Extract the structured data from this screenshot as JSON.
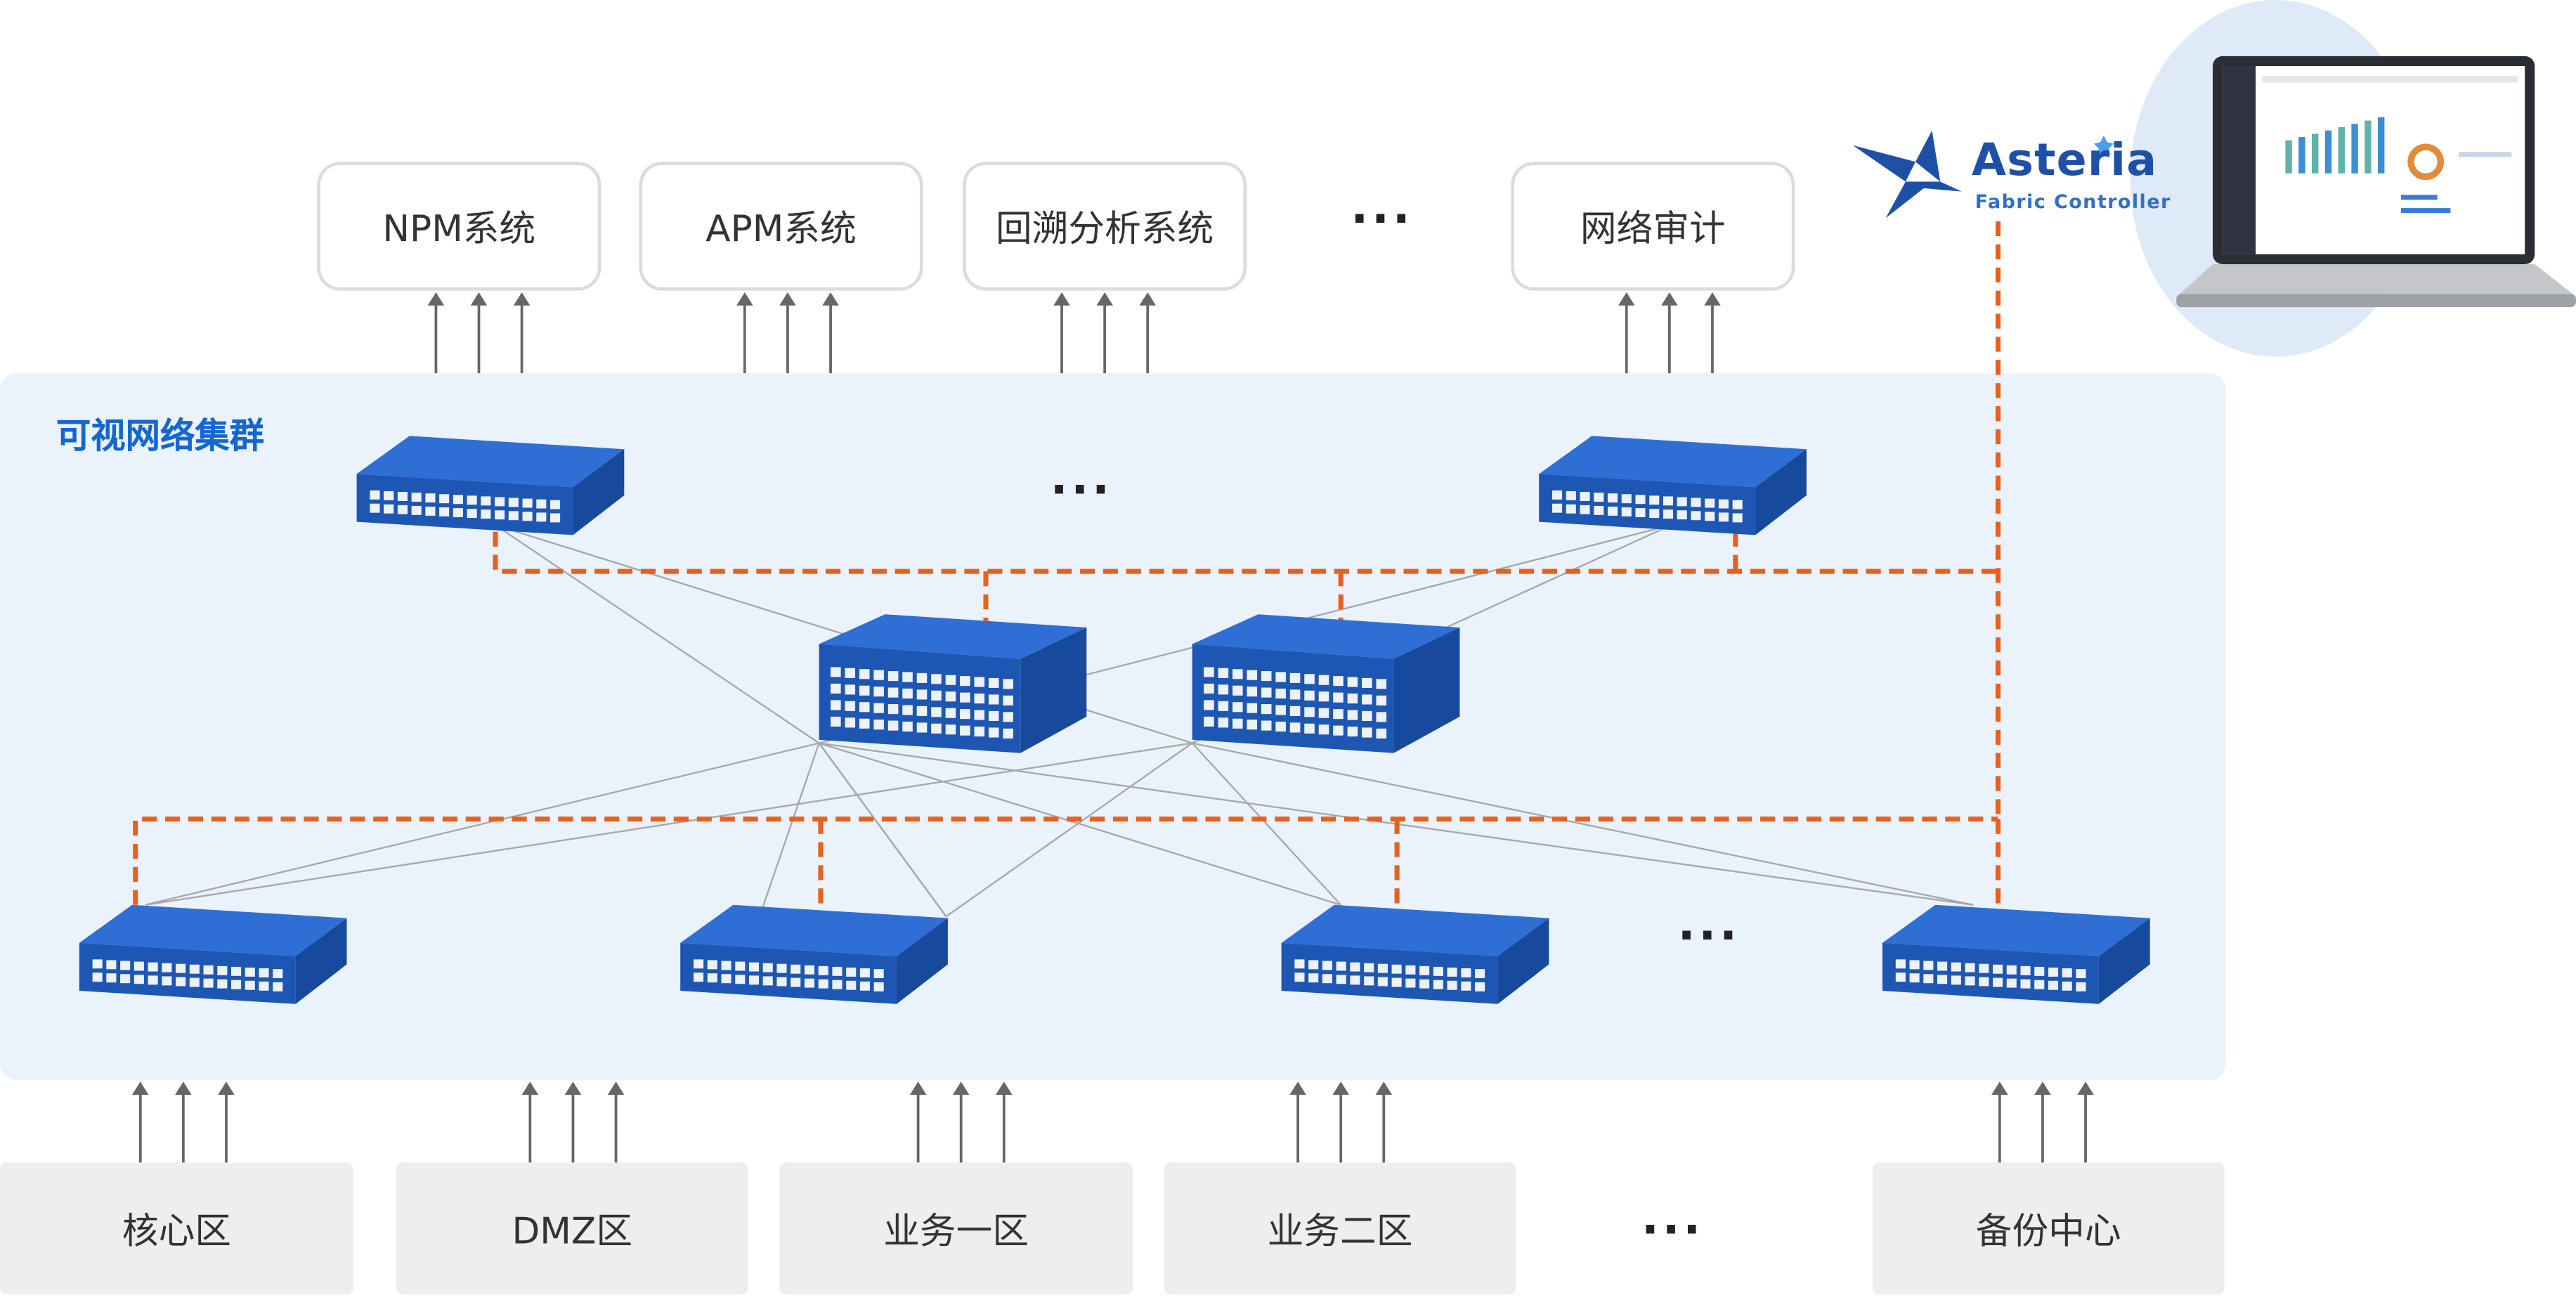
{
  "tools": [
    {
      "label": "NPM系统"
    },
    {
      "label": "APM系统"
    },
    {
      "label": "回溯分析系统"
    },
    {
      "label": "网络审计"
    }
  ],
  "tools_ellipsis": "···",
  "cluster": {
    "label": "可视网络集群",
    "ellipsis_top": "···",
    "ellipsis_bottom": "···"
  },
  "zones": [
    {
      "label": "核心区"
    },
    {
      "label": "DMZ区"
    },
    {
      "label": "业务一区"
    },
    {
      "label": "业务二区"
    },
    {
      "label": "备份中心"
    }
  ],
  "zones_ellipsis": "···",
  "logo": {
    "name": "Asteria",
    "subtitle": "Fabric Controller"
  },
  "colors": {
    "management_line": "#e8601c",
    "switch_face": "#1e56b4",
    "switch_top": "#2f6ed4",
    "cluster_bg": "#eaf2fb",
    "arrow": "#666666"
  },
  "icons": [
    "switch-icon",
    "core-switch-icon",
    "laptop-icon",
    "asteria-logo-icon",
    "up-arrow-icon"
  ]
}
